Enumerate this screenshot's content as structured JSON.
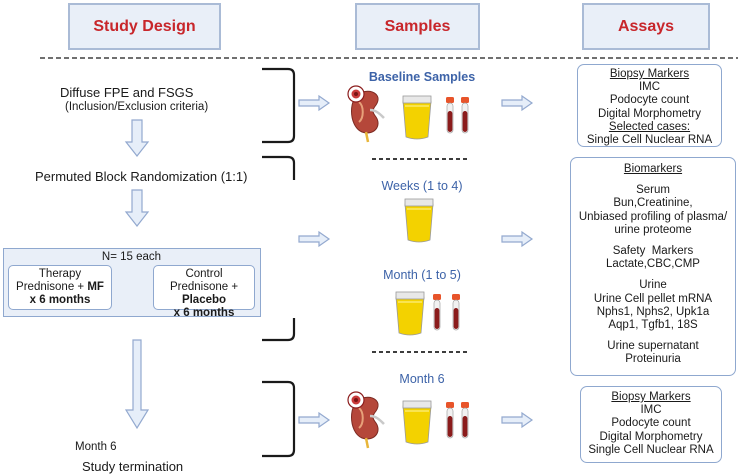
{
  "headers": {
    "design": "Study Design",
    "samples": "Samples",
    "assays": "Assays"
  },
  "design": {
    "step1_title": "Diffuse FPE and FSGS",
    "step1_sub": "(Inclusion/Exclusion criteria)",
    "step2": "Permuted Block Randomization (1:1)",
    "arms_title": "N= 15 each",
    "arm1": {
      "name": "Therapy",
      "drug_prefix": "Prednisone + ",
      "drug_bold": "MF",
      "duration": "x 6 months"
    },
    "arm2": {
      "name": "Control",
      "drug_prefix": "Prednisone + ",
      "drug_bold": "Placebo",
      "duration": "x 6 months"
    },
    "end_month": "Month 6",
    "end_label": "Study termination"
  },
  "samples": {
    "baseline": "Baseline Samples",
    "weeks": "Weeks (1 to 4)",
    "month": "Month (1 to 5)",
    "month6": "Month 6"
  },
  "assays": {
    "top": {
      "title": "Biopsy Markers",
      "lines": [
        "IMC",
        "Podocyte count",
        "Digital Morphometry"
      ],
      "selected": "Selected cases:",
      "last": "Single Cell Nuclear RNA"
    },
    "middle": {
      "title": "Biomarkers",
      "serum_title": "Serum",
      "serum_lines": [
        "Bun,Creatinine,",
        "Unbiased profiling of plasma/",
        "urine proteome"
      ],
      "safety_title": "Safety  Markers",
      "safety_lines": [
        "Lactate,CBC,CMP"
      ],
      "urine_title": "Urine",
      "urine_lines": [
        "Urine Cell pellet mRNA",
        "Nphs1, Nphs2, Upk1a",
        "Aqp1, Tgfb1, 18S"
      ],
      "supernatant_title": "Urine supernatant",
      "supernatant_lines": [
        "Proteinuria"
      ]
    },
    "bottom": {
      "title": "Biopsy Markers",
      "lines": [
        "IMC",
        "Podocyte count",
        "Digital Morphometry",
        "Single Cell Nuclear RNA"
      ]
    }
  },
  "colors": {
    "header_text": "#c8262b",
    "header_fill": "#e9eff8",
    "box_border": "#8fa8cf",
    "arrow_fill": "#e6eef9",
    "arrow_stroke": "#93a9cf",
    "sample_label": "#3d63a8",
    "urine": "#f3c800",
    "tube_cap": "#e8542a",
    "blood": "#8b1c1c",
    "kidney": "#b5473a"
  },
  "icons": [
    "kidney-icon",
    "urine-cup-icon",
    "blood-tube-icon",
    "dashed-divider",
    "arrow-right",
    "arrow-down",
    "bracket"
  ]
}
